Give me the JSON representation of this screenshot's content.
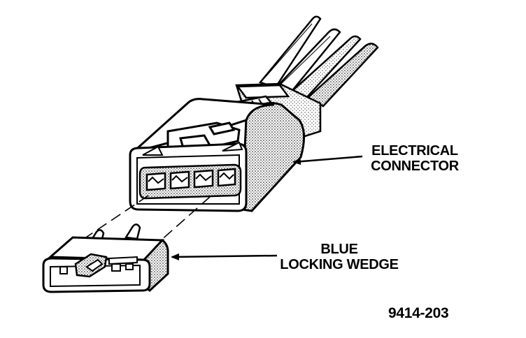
{
  "figure": {
    "figure_number": "9414-203"
  },
  "callouts": {
    "electrical_connector": {
      "line1": "ELECTRICAL",
      "line2": "CONNECTOR"
    },
    "blue_locking_wedge": {
      "line1": "BLUE",
      "line2": "LOCKING WEDGE"
    }
  }
}
